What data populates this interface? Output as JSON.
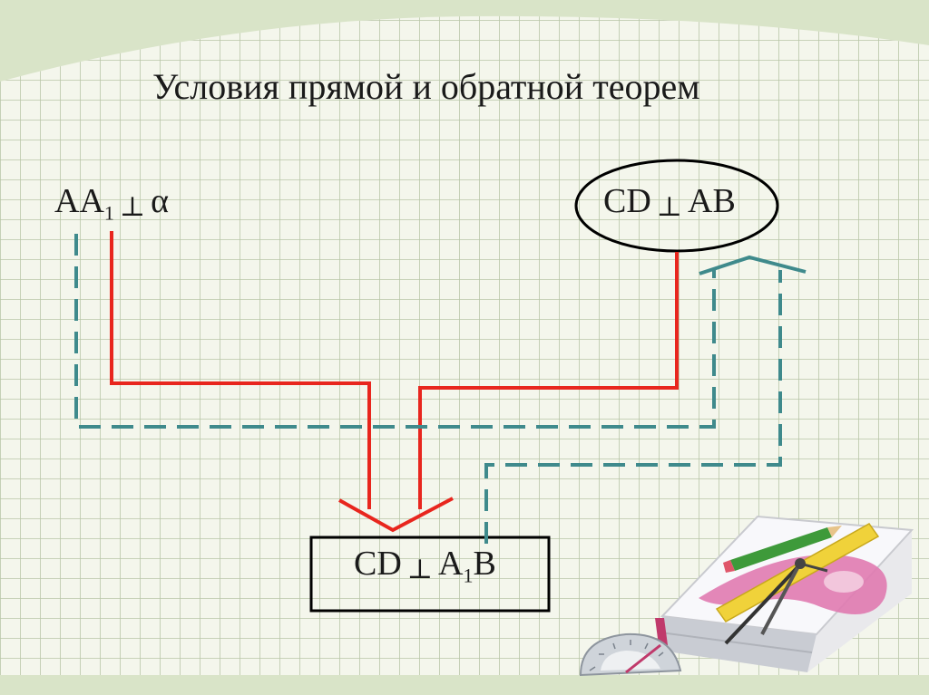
{
  "title": "Условия прямой и обратной теорем",
  "statements": {
    "left": {
      "part1": "AA",
      "sub": "1",
      "perp": "⊥",
      "part2": "α"
    },
    "right": {
      "part1": "CD",
      "perp": "⊥",
      "part2": "AB"
    },
    "bottom": {
      "part1": "CD",
      "perp": "⊥",
      "part2": "A",
      "sub": "1",
      "part3": "B"
    }
  },
  "colors": {
    "background": "#f4f6ec",
    "grid": "#b9c6a8",
    "direct_path": "#e8261e",
    "converse_path": "#3f8a8c",
    "frame": "#000000",
    "accent": "#d9e4c8"
  },
  "icons": {
    "decoration": "book-with-drawing-tools-icon"
  }
}
